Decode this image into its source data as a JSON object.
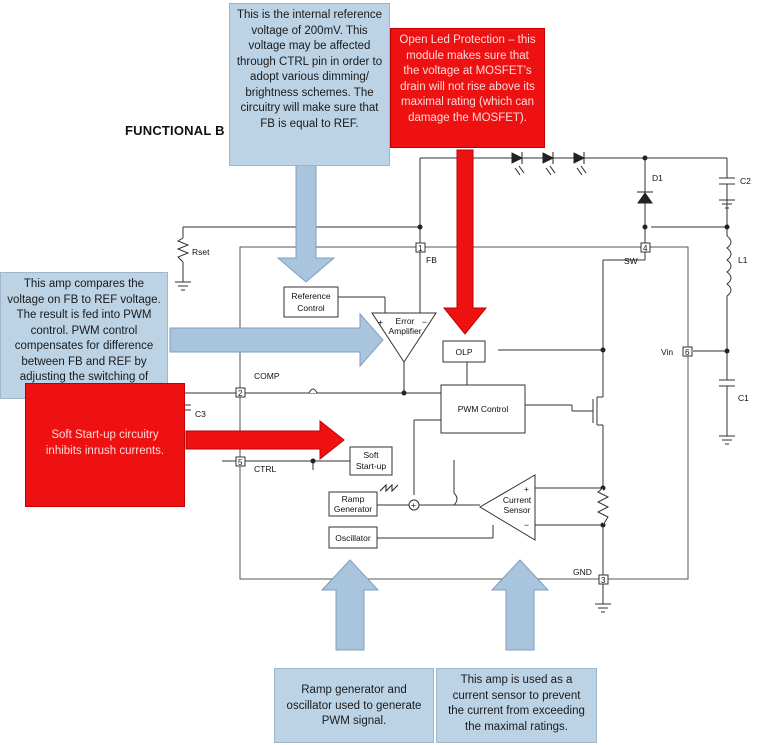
{
  "heading": "FUNCTIONAL B",
  "blocks": {
    "reference_control": [
      "Reference",
      "Control"
    ],
    "error_amplifier": [
      "Error",
      "Amplifier"
    ],
    "olp": "OLP",
    "pwm_control": "PWM Control",
    "soft_start": [
      "Soft",
      "Start-up"
    ],
    "ramp_generator": [
      "Ramp",
      "Generator"
    ],
    "oscillator": "Oscillator",
    "current_sensor": [
      "Current",
      "Sensor"
    ]
  },
  "pins": {
    "fb": {
      "number": "1",
      "label": "FB"
    },
    "sw": {
      "number": "4",
      "label": "SW"
    },
    "vin": {
      "number": "6",
      "label": "Vin"
    },
    "comp": {
      "number": "2",
      "label": "COMP"
    },
    "ctrl": {
      "number": "5",
      "label": "CTRL"
    },
    "gnd": {
      "number": "3",
      "label": "GND"
    }
  },
  "components": {
    "rset": "Rset",
    "c3": "C3",
    "d1": "D1",
    "c2": "C2",
    "l1": "L1",
    "c1": "C1"
  },
  "callouts": {
    "reference": "This is the internal reference voltage of 200mV. This voltage may be affected through CTRL pin in order to adopt various dimming/ brightness schemes. The circuitry will make sure that FB is equal to REF.",
    "olp": "Open Led Protection – this module makes sure that the voltage at MOSFET’s drain will not rise above its maximal rating (which can damage the MOSFET).",
    "error_amp": "This amp compares the voltage on FB to REF voltage. The result is fed into PWM control. PWM control compensates for difference between FB and REF by adjusting the switching of MOSFET.",
    "soft_start": "Soft Start-up circuitry inhibits inrush currents.",
    "ramp": "Ramp generator and oscillator used to generate PWM signal.",
    "current_sensor": "This amp is used as a current sensor to prevent the current from exceeding the maximal ratings."
  },
  "colors": {
    "blue_callout": "#bcd3e6",
    "blue_arrow": "#a9c4dd",
    "red_callout": "#ee1111",
    "wire": "#333333"
  }
}
